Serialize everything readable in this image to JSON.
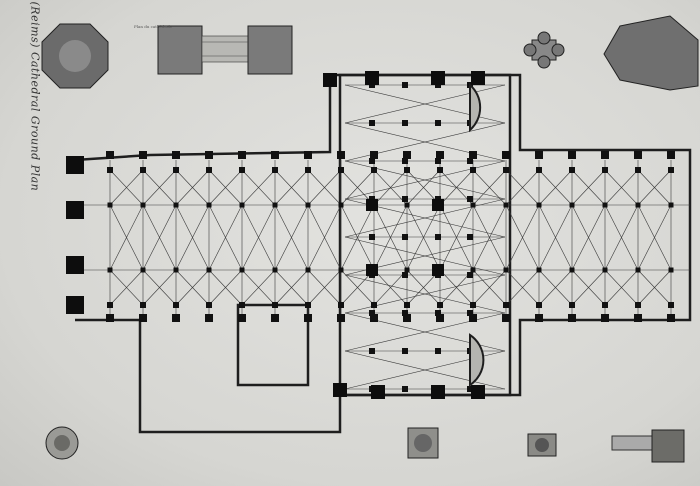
{
  "sheet": {
    "title_annotation": "(Reims) Cathedral Ground Plan",
    "small_caption": "Plan du cathédrale"
  },
  "plan": {
    "subject": "cathedral ground plan",
    "stroke_color": "#1e1e1e",
    "pier_color": "#111111",
    "paper_color": "#dcdcd8"
  },
  "details": {
    "top_row": [
      "pier-plan-detail",
      "portal-plan-detail",
      "quatrefoil-pier-detail",
      "apse-chapel-detail"
    ],
    "bottom_row": [
      "round-pier-detail",
      "square-pier-detail",
      "quatrefoil-base-detail",
      "transept-pier-detail"
    ]
  }
}
